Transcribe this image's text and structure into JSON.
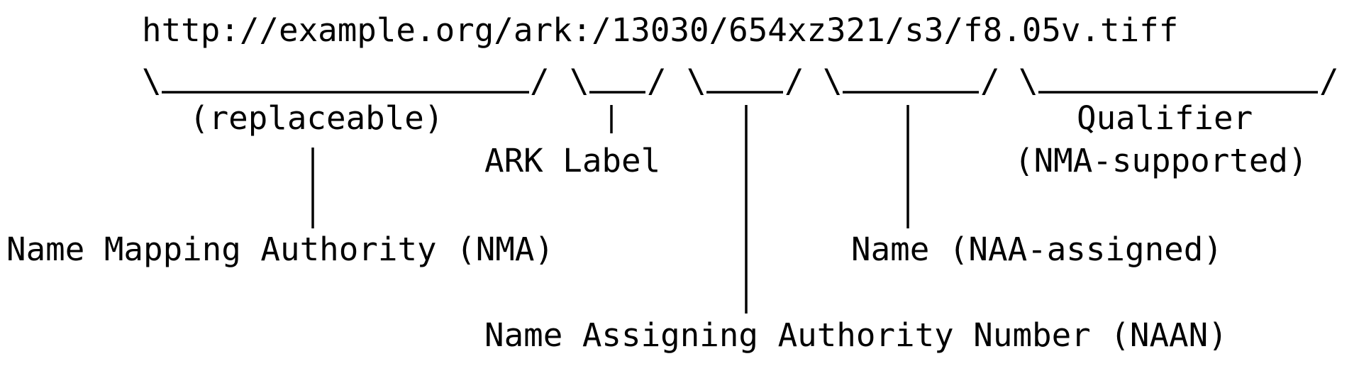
{
  "diagram": {
    "url": "http://example.org/ark:/13030/654xz321/s3/f8.05v.tiff",
    "replaceable_label": "(replaceable)",
    "ark_label": "ARK Label",
    "qualifier_label": "Qualifier",
    "qualifier_note": "(NMA-supported)",
    "nma_label": "Name Mapping Authority (NMA)",
    "name_label": "Name (NAA-assigned)",
    "naan_label": "Name Assigning Authority Number (NAAN)",
    "text_color": "#000000",
    "background_color": "#ffffff"
  }
}
